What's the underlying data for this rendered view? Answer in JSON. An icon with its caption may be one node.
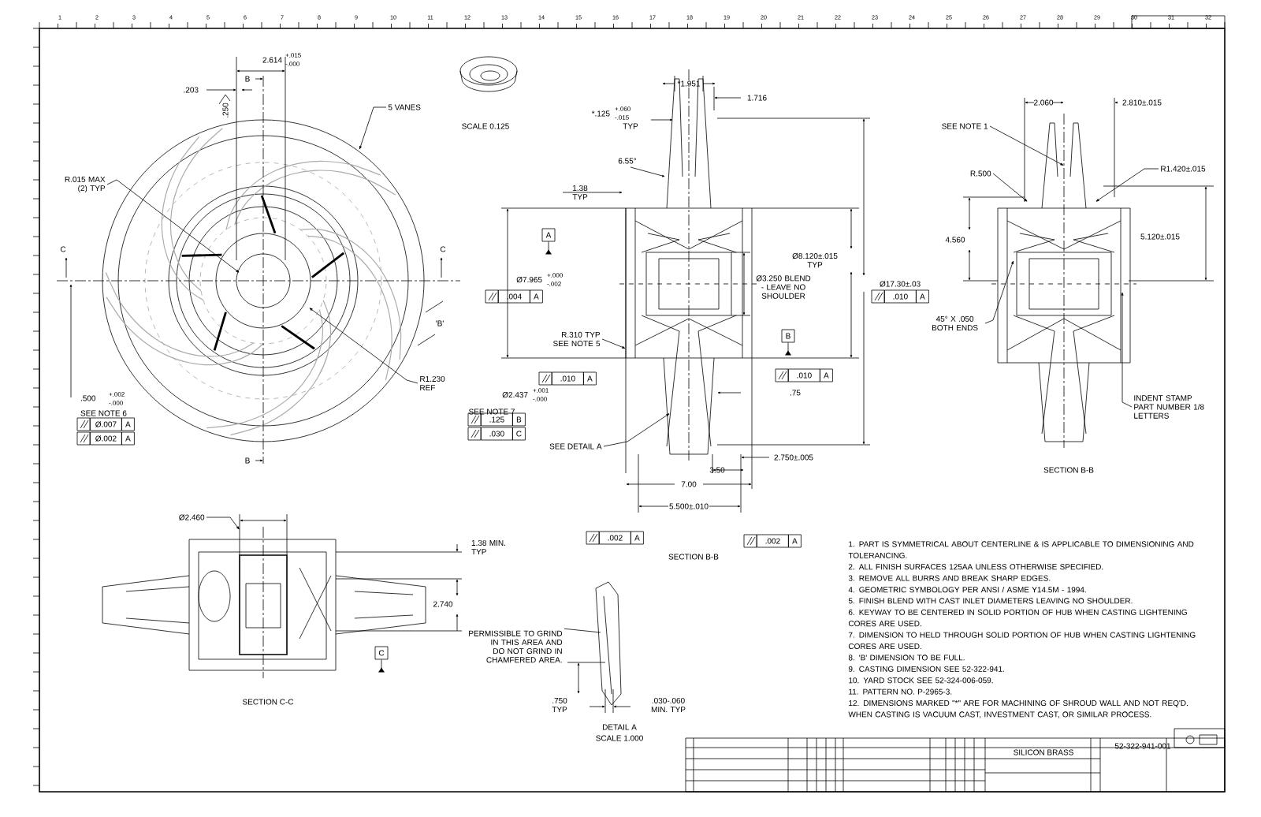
{
  "diagram": {
    "nodes": [
      {
        "text": [
          "5 VANES"
        ]
      },
      {
        "text": [
          "R.015 MAX (2) TYP"
        ]
      },
      {
        "text": [
          "R1.230 REF"
        ]
      },
      {
        "text": [
          "R.310 TYP SEE NOTE 5"
        ]
      },
      {
        "text": [
          "SEE DETAIL A"
        ]
      },
      {
        "text": [
          "SEE NOTE 1"
        ]
      },
      {
        "text": [
          "R.500"
        ]
      },
      {
        "text": [
          "R1.420±.015"
        ]
      },
      {
        "text": [
          "45° X .050 BOTH ENDS"
        ]
      },
      {
        "text": [
          "INDENT STAMP PART NUMBER 1/8 LETTERS"
        ]
      },
      {
        "text": [
          "Ø2.460"
        ]
      },
      {
        "text": [
          "PERMISSIBLE TO GRIND IN THIS AREA AND DO NOT GRIND IN CHAMFERED AREA."
        ]
      }
    ],
    "edges": [
      {
        "from": 0,
        "to": null,
        "arrow": "to"
      },
      {
        "from": 1,
        "to": null,
        "arrow": "to"
      },
      {
        "from": 2,
        "to": null,
        "arrow": "to"
      },
      {
        "from": 3,
        "to": null,
        "arrow": "to"
      },
      {
        "from": 4,
        "to": null,
        "arrow": "to"
      },
      {
        "from": 5,
        "to": null,
        "arrow": "to"
      },
      {
        "from": 6,
        "to": null,
        "arrow": "to"
      },
      {
        "from": 7,
        "to": null,
        "arrow": "to"
      },
      {
        "from": 8,
        "to": null,
        "arrow": "to"
      },
      {
        "from": 9,
        "to": null,
        "arrow": "to"
      },
      {
        "from": 10,
        "to": null,
        "arrow": "to"
      },
      {
        "from": 11,
        "to": null,
        "arrow": "none"
      }
    ],
    "labels": [
      "1",
      "2",
      "3",
      "4",
      "5",
      "6",
      "7",
      "8",
      "9",
      "10",
      "11",
      "12",
      "13",
      "14",
      "15",
      "16",
      "17",
      "18",
      "19",
      "20",
      "21",
      "22",
      "23",
      "24",
      "25",
      "26",
      "27",
      "28",
      "29",
      "30",
      "31",
      "32",
      "2.614",
      ".203",
      "B",
      ".250",
      "C",
      "C",
      "'B'",
      ".500",
      "SEE NOTE 6",
      "Ø.007",
      "A",
      "Ø.002",
      "A",
      "B",
      "SCALE 0.125",
      "*1.951",
      "1.716",
      "*.125",
      "6.55°",
      "1.38 TYP",
      "A",
      "Ø7.965",
      ".004",
      "A",
      "Ø3.250 BLEND - LEAVE NO SHOULDER",
      "Ø8.120±.015 TYP",
      "Ø17.30±.03",
      ".010",
      "A",
      "B",
      ".010",
      "A",
      ".010",
      "A",
      "Ø2.437",
      "SEE NOTE 7",
      ".125",
      "B",
      ".030",
      "C",
      ".75",
      "2.750±.005",
      "3.50",
      "7.00",
      "5.500±.010",
      ".002",
      "A",
      ".002",
      "A",
      "SECTION B-B",
      "2.060",
      "2.810±.015",
      "4.560",
      "5.120±.015",
      "SECTION B-B",
      "1.38 MIN. TYP",
      "2.740",
      "C",
      "SECTION C-C",
      ".750 TYP",
      ".030-.060 MIN. TYP",
      "DETAIL A",
      "SCALE 1.000",
      "1. PART IS SYMMETRICAL ABOUT CENTERLINE & IS APPLICABLE TO DIMENSIONING AND TOLERANCING.",
      "2. ALL FINISH SURFACES 125AA UNLESS OTHERWISE SPECIFIED.",
      "3. REMOVE ALL BURRS AND BREAK SHARP EDGES.",
      "4. GEOMETRIC SYMBOLOGY PER ANSI / ASME Y14.5M - 1994.",
      "5. FINISH BLEND WITH CAST INLET DIAMETERS LEAVING NO SHOULDER.",
      "6. KEYWAY TO BE CENTERED IN SOLID PORTION OF HUB WHEN CASTING LIGHTENING CORES ARE USED.",
      "7. DIMENSION TO HELD THROUGH SOLID PORTION OF HUB WHEN CASTING LIGHTENING CORES ARE USED.",
      "8. 'B' DIMENSION TO BE FULL.",
      "9. CASTING DIMENSION SEE 52-322-941.",
      "10. YARD STOCK SEE 52-324-006-059.",
      "11. PATTERN NO. P-2965-3.",
      "12. DIMENSIONS MARKED \"*\" ARE FOR MACHINING OF SHROUD WALL AND NOT REQ'D. WHEN CASTING IS VACUUM CAST, INVESTMENT CAST, OR SIMILAR PROCESS.",
      "SILICON BRASS",
      "52-322-941-001",
      "+.015",
      "-.000",
      "+.002",
      "-.000",
      "+.060",
      "-.015",
      "TYP",
      "+.000",
      "-.002",
      "+.001",
      "-.000"
    ]
  }
}
